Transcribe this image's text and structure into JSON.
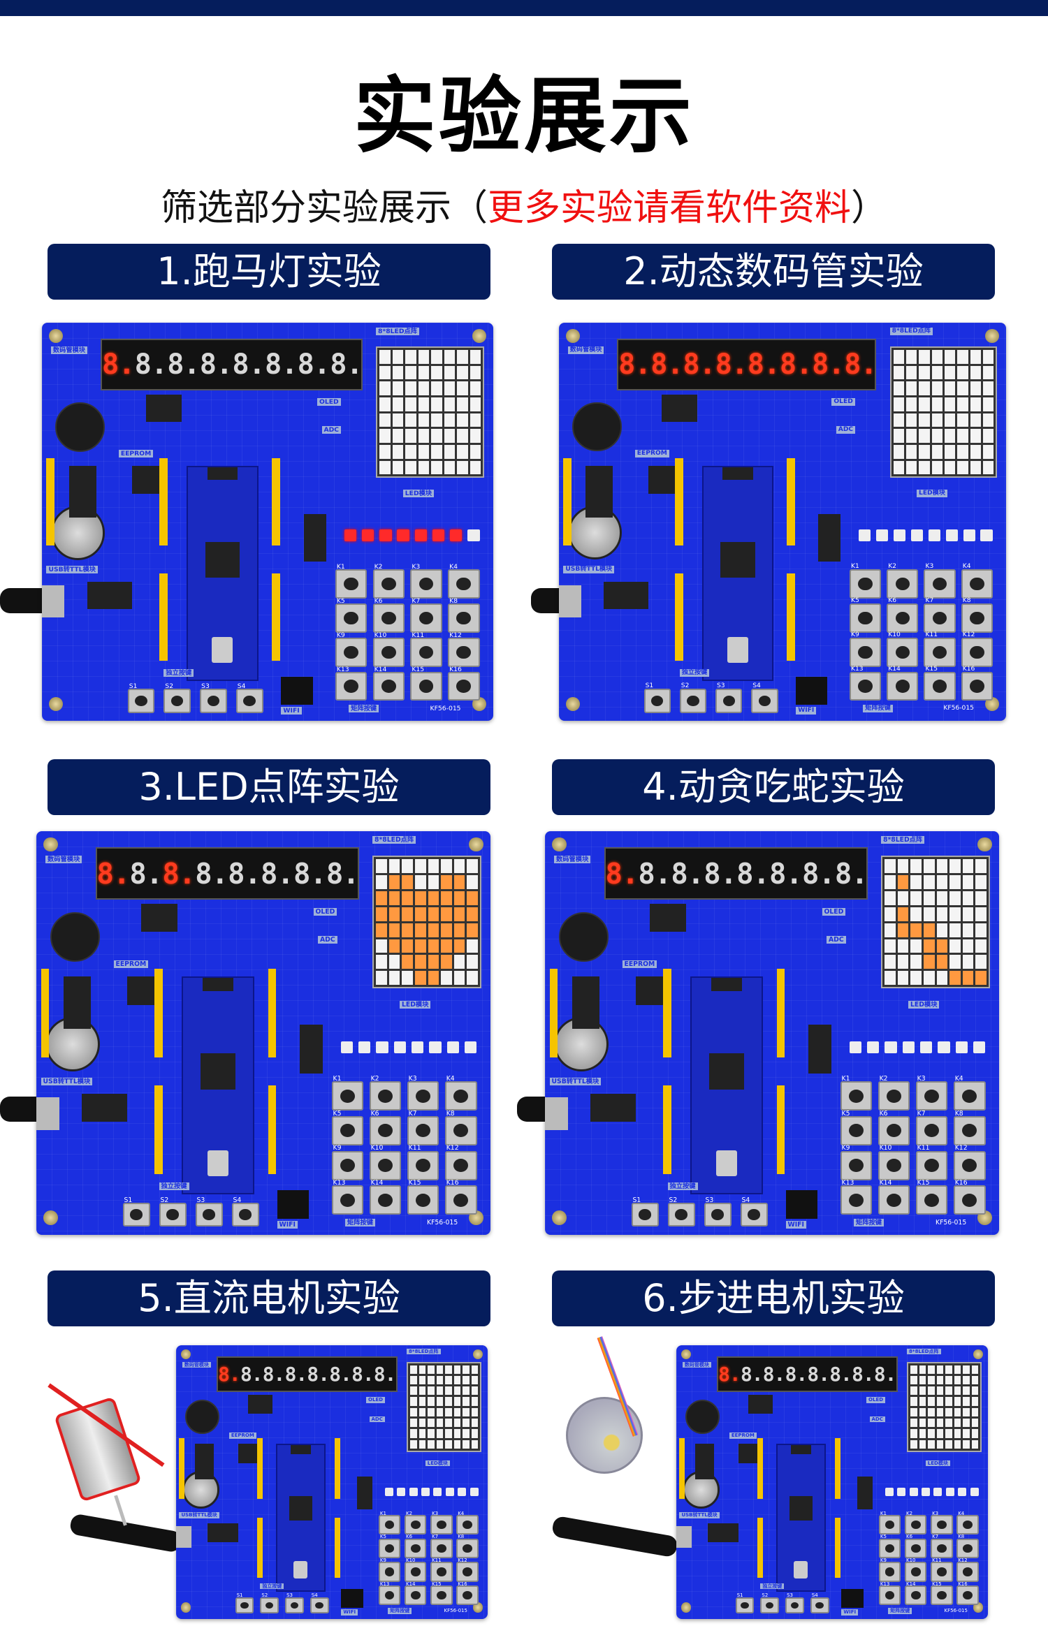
{
  "page": {
    "title": "实验展示",
    "subtitle_prefix": "筛选部分实验展示（",
    "subtitle_highlight": "更多实验请看软件资料",
    "subtitle_suffix": "）",
    "accent_color": "#051d5c",
    "highlight_color": "#f01010"
  },
  "board_labels": {
    "seg_module": "数码管模块",
    "oled": "OLED",
    "adc": "ADC",
    "matrix_module": "8*8LED点阵",
    "led_module": "LED模块",
    "eeprom": "EEPROM",
    "usb_ttl": "USB转TTL模块",
    "independent_keys": "独立按键",
    "matrix_keys": "矩阵按键",
    "wifi": "WIFI",
    "model": "KF56-015",
    "keys": [
      "K1",
      "K2",
      "K3",
      "K4",
      "K5",
      "K6",
      "K7",
      "K8",
      "K9",
      "K10",
      "K11",
      "K12",
      "K13",
      "K14",
      "K15",
      "K16"
    ],
    "switches": [
      "S1",
      "S2",
      "S3",
      "S4"
    ]
  },
  "experiments": [
    {
      "label": "1.跑马灯实验",
      "seg_on": [
        1,
        0,
        0,
        0,
        0,
        0,
        0,
        0
      ],
      "leds_on": [
        1,
        1,
        1,
        1,
        1,
        1,
        1,
        0
      ],
      "matrix": [
        "00000000",
        "00000000",
        "00000000",
        "00000000",
        "00000000",
        "00000000",
        "00000000",
        "00000000"
      ],
      "accessory": "none"
    },
    {
      "label": "2.动态数码管实验",
      "seg_on": [
        1,
        1,
        1,
        1,
        1,
        1,
        1,
        1
      ],
      "leds_on": [
        0,
        0,
        0,
        0,
        0,
        0,
        0,
        0
      ],
      "matrix": [
        "00000000",
        "00000000",
        "00000000",
        "00000000",
        "00000000",
        "00000000",
        "00000000",
        "00000000"
      ],
      "accessory": "none"
    },
    {
      "label": "3.LED点阵实验",
      "seg_on": [
        1,
        0,
        1,
        0,
        0,
        0,
        0,
        0
      ],
      "leds_on": [
        0,
        0,
        0,
        0,
        0,
        0,
        0,
        0
      ],
      "matrix": [
        "00000000",
        "01100110",
        "11111111",
        "11111111",
        "11111111",
        "01111110",
        "00111100",
        "00011000"
      ],
      "accessory": "none"
    },
    {
      "label": "4.动贪吃蛇实验",
      "seg_on": [
        1,
        0,
        0,
        0,
        0,
        0,
        0,
        0
      ],
      "leds_on": [
        0,
        0,
        0,
        0,
        0,
        0,
        0,
        0
      ],
      "matrix": [
        "00000000",
        "01000000",
        "00000000",
        "01000000",
        "01110000",
        "00011000",
        "00011000",
        "00000111"
      ],
      "accessory": "none"
    },
    {
      "label": "5.直流电机实验",
      "seg_on": [
        1,
        0,
        0,
        0,
        0,
        0,
        0,
        0
      ],
      "leds_on": [
        0,
        0,
        0,
        0,
        0,
        0,
        0,
        0
      ],
      "matrix": [
        "00000000",
        "00000000",
        "00000000",
        "00000000",
        "00000000",
        "00000000",
        "00000000",
        "00000000"
      ],
      "accessory": "dc-motor"
    },
    {
      "label": "6.步进电机实验",
      "seg_on": [
        1,
        0,
        0,
        0,
        0,
        0,
        0,
        0
      ],
      "leds_on": [
        0,
        0,
        0,
        0,
        0,
        0,
        0,
        0
      ],
      "matrix": [
        "00000000",
        "00000000",
        "00000000",
        "00000000",
        "00000000",
        "00000000",
        "00000000",
        "00000000"
      ],
      "accessory": "stepper-motor"
    }
  ]
}
